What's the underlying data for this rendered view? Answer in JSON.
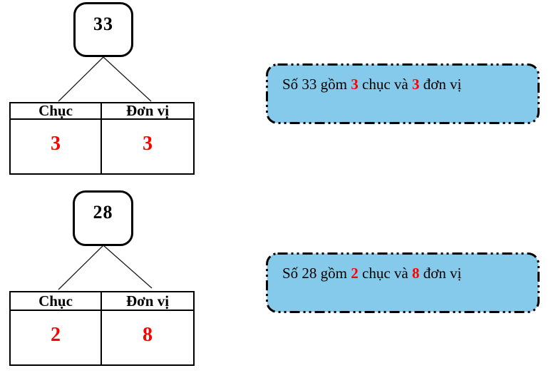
{
  "colors": {
    "accent_red": "#ff0000",
    "callout_fill": "#85caea",
    "border_black": "#000000"
  },
  "diagrams": [
    {
      "number": "33",
      "table": {
        "headers": [
          "Chục",
          "Đơn vị"
        ],
        "values": [
          "3",
          "3"
        ]
      },
      "callout": {
        "segments": [
          "Số 33 gồm ",
          "3",
          " chục và ",
          "3",
          " đơn vị"
        ]
      }
    },
    {
      "number": "28",
      "table": {
        "headers": [
          "Chục",
          "Đơn vị"
        ],
        "values": [
          "2",
          "8"
        ]
      },
      "callout": {
        "segments": [
          "Số 28 gồm ",
          "2",
          " chục và ",
          "8",
          " đơn vị"
        ]
      }
    }
  ]
}
